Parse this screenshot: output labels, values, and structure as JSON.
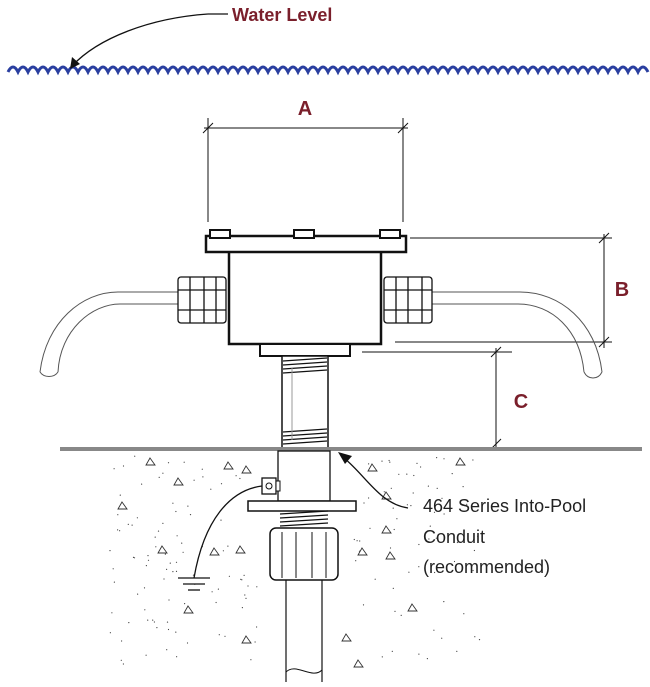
{
  "labels": {
    "water_level": "Water Level",
    "dim_a": "A",
    "dim_b": "B",
    "dim_c": "C",
    "conduit_line1": "464 Series Into-Pool",
    "conduit_line2": "Conduit",
    "conduit_line3": "(recommended)"
  },
  "colors": {
    "label_accent": "#7a1f2b",
    "water": "#2a3fa0",
    "line": "#111111",
    "deck": "#888888"
  }
}
